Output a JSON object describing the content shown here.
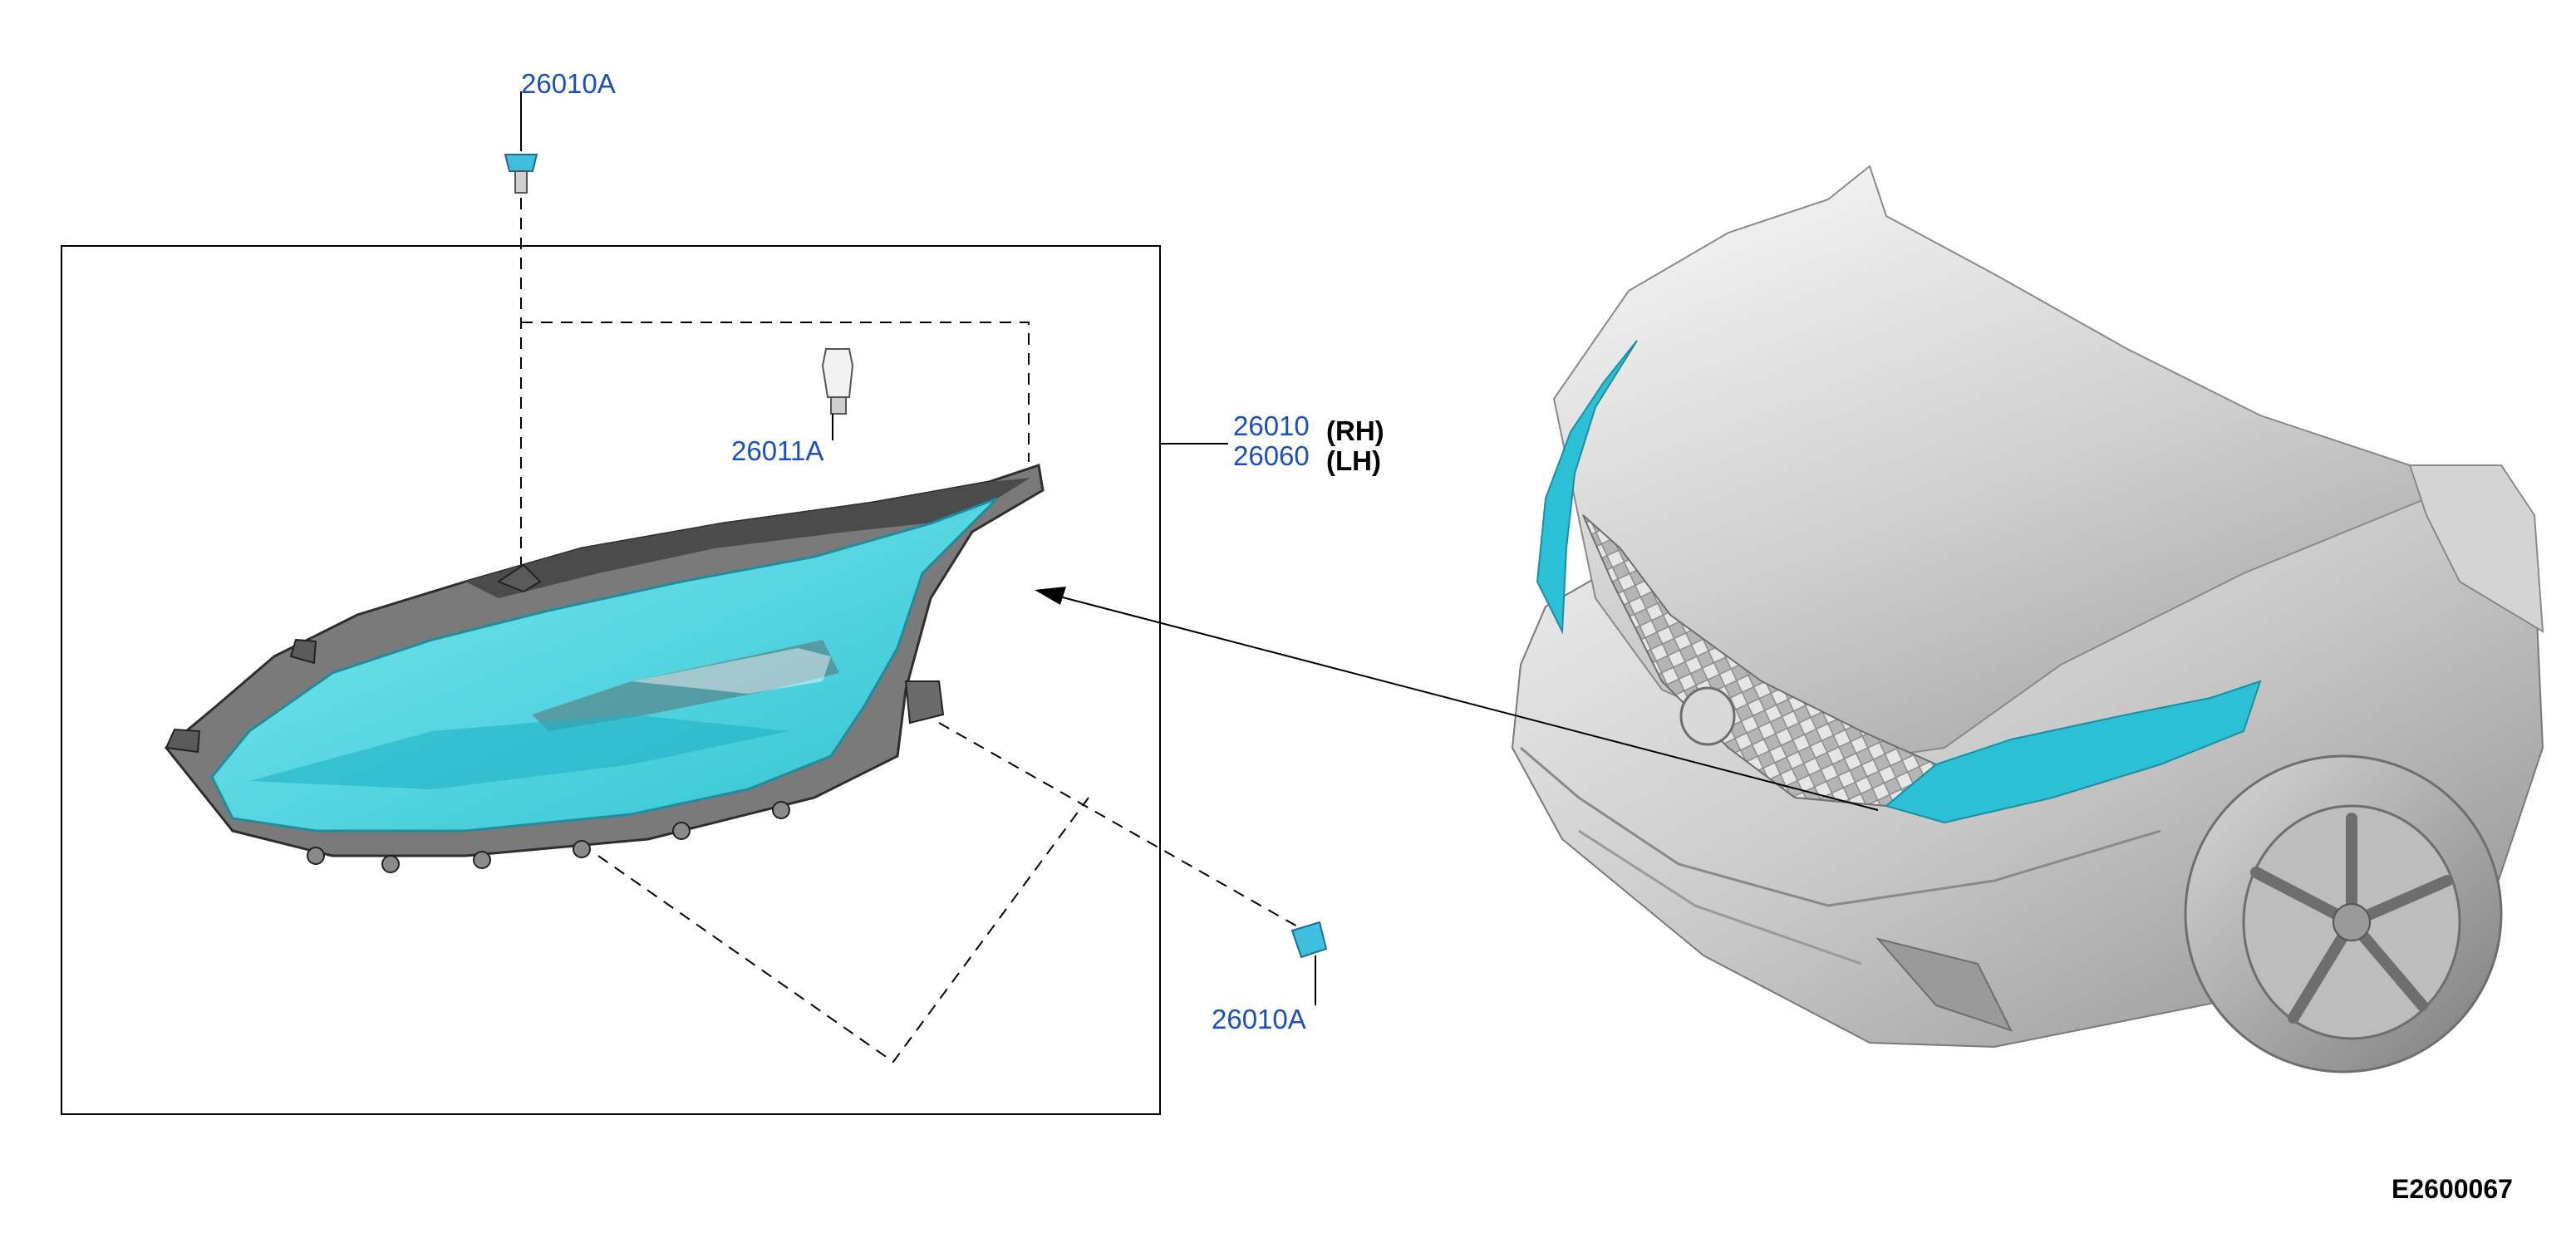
{
  "parts": {
    "clip_top": {
      "number": "26010A"
    },
    "bulb": {
      "number": "26011A"
    },
    "headlamp_rh": {
      "number": "26010",
      "side": "(RH)"
    },
    "headlamp_lh": {
      "number": "26060",
      "side": "(LH)"
    },
    "clip_bottom": {
      "number": "26010A"
    }
  },
  "figure_id": "E2600067",
  "colors": {
    "callout": "#1a4fc4",
    "highlight": "#3fd4e6",
    "body": "#c8c8c8"
  },
  "icons": [
    "clip-icon",
    "bulb-icon",
    "headlamp-assembly",
    "vehicle-front",
    "callout-arrow"
  ]
}
